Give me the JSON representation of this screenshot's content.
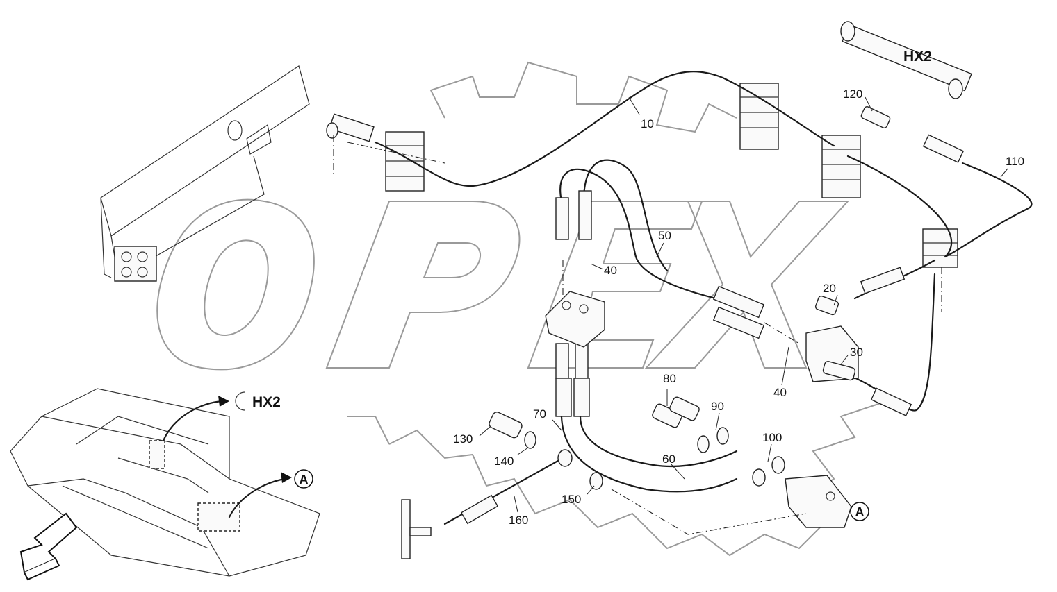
{
  "diagram": {
    "watermark_text": "OPEX",
    "references": {
      "hx2_top": "HX2",
      "hx2_overview": "HX2",
      "a_overview": "A",
      "a_bottom": "A"
    },
    "callouts": {
      "c10": "10",
      "c20": "20",
      "c30": "30",
      "c40a": "40",
      "c40b": "40",
      "c50": "50",
      "c60": "60",
      "c70": "70",
      "c80": "80",
      "c90": "90",
      "c100": "100",
      "c110": "110",
      "c120": "120",
      "c130": "130",
      "c140": "140",
      "c150": "150",
      "c160": "160"
    }
  }
}
